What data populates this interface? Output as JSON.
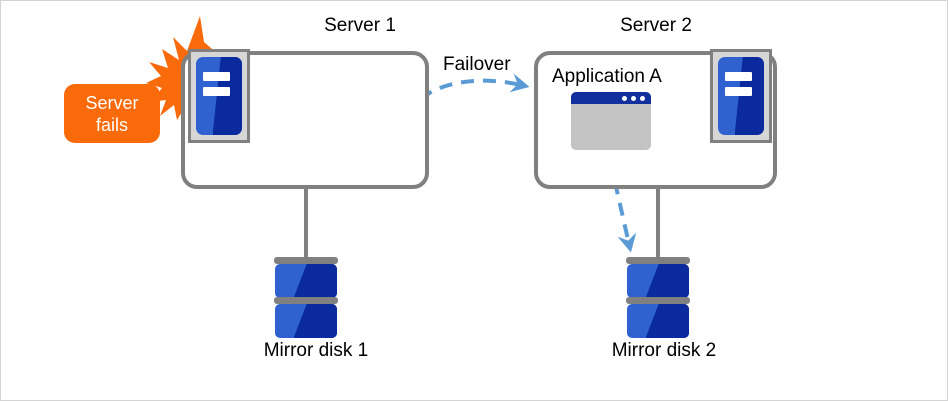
{
  "diagram": {
    "type": "failover-cluster-diagram",
    "colors": {
      "alert_orange": "#f96a0a",
      "box_gray": "#808080",
      "icon_blue_light": "#2f62d0",
      "icon_blue_dark": "#0a2a9e",
      "arrow_blue": "#5b9bd5",
      "app_window_body": "#c3c3c3",
      "app_titlebar": "#122f9e",
      "canvas_border": "#d4d4d4",
      "text": "#000000"
    },
    "servers": [
      {
        "id": "server1",
        "title": "Server 1",
        "state": "failed",
        "icon": "server-machine-icon"
      },
      {
        "id": "server2",
        "title": "Server 2",
        "state": "active",
        "icon": "server-machine-icon"
      }
    ],
    "callout": {
      "line1": "Server",
      "line2": "fails",
      "shape": "lightning-burst"
    },
    "failover": {
      "label": "Failover",
      "direction": "server1-to-server2",
      "style": "dashed-curved-arrow"
    },
    "application": {
      "label": "Application A",
      "icon": "app-window-icon",
      "window_dots": 3
    },
    "mirror_write": {
      "direction": "application-to-mirror-disk-2",
      "style": "dashed-arrow"
    },
    "disks": [
      {
        "id": "disk1",
        "label": "Mirror disk 1",
        "icon": "disk-stack-icon",
        "platters": 2
      },
      {
        "id": "disk2",
        "label": "Mirror disk 2",
        "icon": "disk-stack-icon",
        "platters": 2
      }
    ]
  }
}
